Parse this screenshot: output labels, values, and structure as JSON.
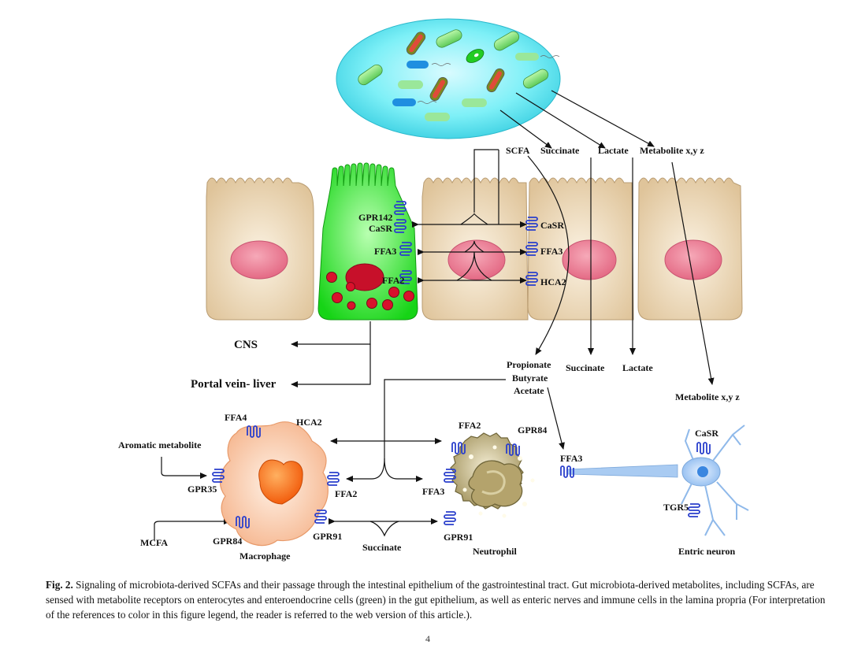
{
  "labels": {
    "scfa": "SCFA",
    "succinate_top": "Succinate",
    "lactate_top": "Lactate",
    "metabolite_top": "Metabolite x,y z",
    "gpr142": "GPR142",
    "casr_left": "CaSR",
    "ffa3_left": "FFA3",
    "ffa2_left": "FFA2",
    "casr_right": "CaSR",
    "ffa3_right": "FFA3",
    "hca2_right": "HCA2",
    "cns": "CNS",
    "portal_vein": "Portal vein- liver",
    "propionate": "Propionate",
    "butyrate": "Butyrate",
    "acetate": "Acetate",
    "succinate_mid": "Succinate",
    "lactate_mid": "Lactate",
    "metabolite_mid": "Metabolite x,y z",
    "ffa4": "FFA4",
    "hca2_mac": "HCA2",
    "aromatic": "Aromatic metabolite",
    "gpr35": "GPR35",
    "ffa2_mac": "FFA2",
    "mcfa": "MCFA",
    "gpr84_mac": "GPR84",
    "gpr91_mac": "GPR91",
    "macrophage": "Macrophage",
    "succinate_bottom": "Succinate",
    "ffa2_neu": "FFA2",
    "gpr84_neu": "GPR84",
    "ffa3_neu": "FFA3",
    "gpr91_neu": "GPR91",
    "neutrophil": "Neutrophil",
    "ffa3_neuron": "FFA3",
    "casr_neuron": "CaSR",
    "tgr5": "TGR5",
    "enteric_neuron": "Entric neuron"
  },
  "caption": {
    "label": "Fig. 2.",
    "text": "Signaling of microbiota-derived SCFAs and their passage through the intestinal epithelium of the gastrointestinal tract. Gut microbiota-derived metabolites, including SCFAs, are sensed with metabolite receptors on enterocytes and enteroendocrine cells (green) in the gut epithelium, as well as enteric nerves and immune cells in the lamina propria (For interpretation of the references to color in this figure legend, the reader is referred to the web version of this article.)."
  },
  "page_number": "4",
  "colors": {
    "lumen": "#5fe3ee",
    "enterocyte": "#efdcbc",
    "enteroendocrine": "#22dd22",
    "nucleus": "#ee7f95",
    "receptor": "#2a3fcc",
    "macrophage": "#f9c8a4",
    "neutrophil": "#c8b98a",
    "neuron": "#a9cbf2"
  }
}
